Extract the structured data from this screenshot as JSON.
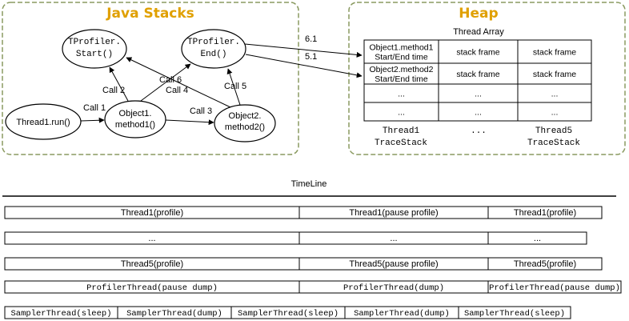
{
  "colors": {
    "region_border": "#8a9a60",
    "title": "#e0a000",
    "region_fill": "#ffffff"
  },
  "java_stacks": {
    "title": "Java Stacks",
    "nodes": {
      "tprofiler_start": [
        "TProfiler.",
        "Start()"
      ],
      "tprofiler_end": [
        "TProfiler.",
        "End()"
      ],
      "thread1_run": "Thread1.run()",
      "object1_method1": [
        "Object1.",
        "method1()"
      ],
      "object2_method2": [
        "Object2.",
        "method2()"
      ]
    },
    "calls": {
      "call1": "Call 1",
      "call2": "Call 2",
      "call3": "Call 3",
      "call4": "Call 4",
      "call5": "Call 5",
      "call6": "Call 6",
      "link61": "6.1",
      "link51": "5.1"
    }
  },
  "heap": {
    "title": "Heap",
    "table_caption": "Thread Array",
    "rows": [
      [
        "Object1.method1\nStart/End time",
        "stack frame",
        "stack frame"
      ],
      [
        "Object2.method2\nStart/End time",
        "stack frame",
        "stack frame"
      ],
      [
        "...",
        "...",
        "..."
      ],
      [
        "...",
        "...",
        "..."
      ]
    ],
    "footer": [
      [
        "Thread1",
        "TraceStack"
      ],
      [
        "...",
        ""
      ],
      [
        "Thread5",
        "TraceStack"
      ]
    ]
  },
  "timeline": {
    "label": "TimeLine",
    "rows": [
      {
        "segments": [
          "Thread1(profile)",
          "Thread1(pause profile)",
          "Thread1(profile)"
        ],
        "mono": false
      },
      {
        "segments": [
          "...",
          "...",
          "..."
        ],
        "mono": false
      },
      {
        "segments": [
          "Thread5(profile)",
          "Thread5(pause profile)",
          "Thread5(profile)"
        ],
        "mono": false
      },
      {
        "segments": [
          "ProfilerThread(pause dump)",
          "ProfilerThread(dump)",
          "ProfilerThread(pause dump)"
        ],
        "mono": true
      },
      {
        "segments": [
          "SamplerThread(sleep)",
          "SamplerThread(dump)",
          "SamplerThread(sleep)",
          "SamplerThread(dump)",
          "SamplerThread(sleep)"
        ],
        "mono": true
      }
    ]
  }
}
